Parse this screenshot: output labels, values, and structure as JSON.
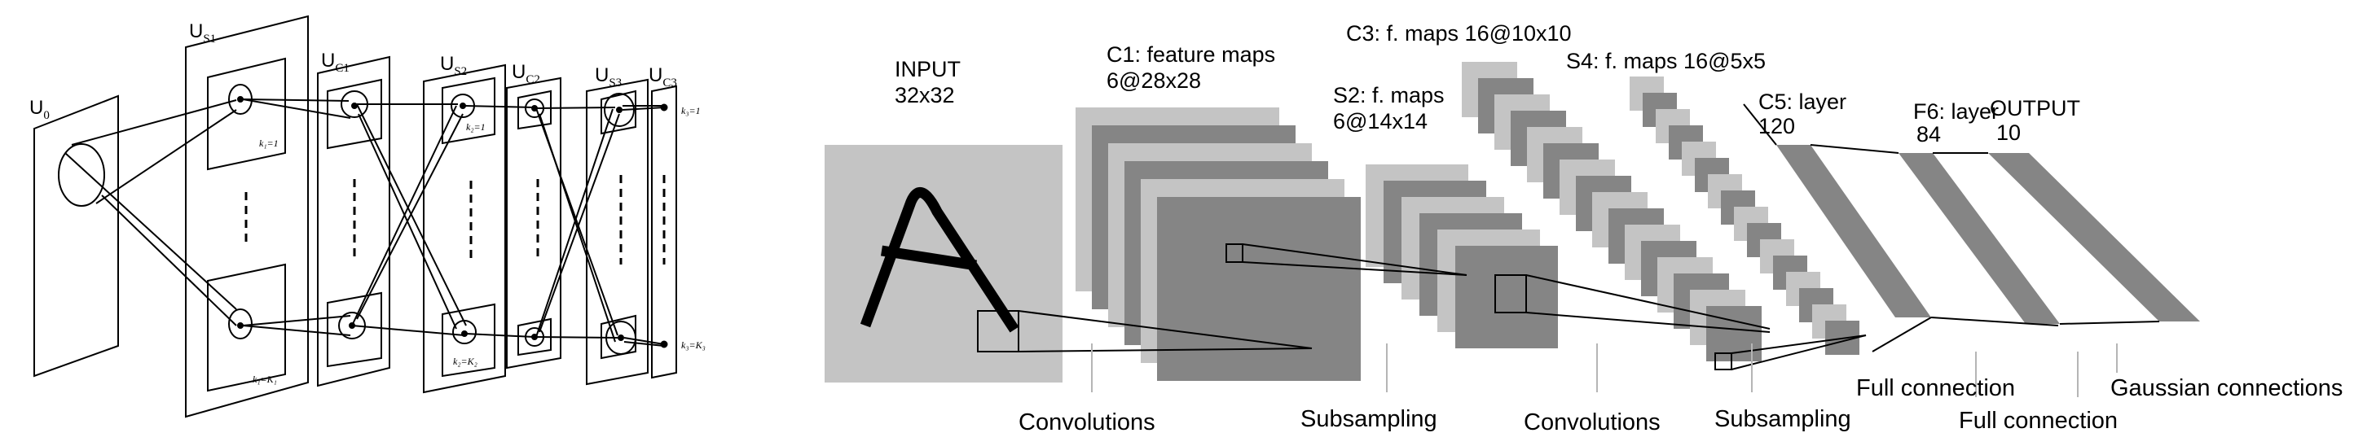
{
  "neocognitron": {
    "layers": [
      {
        "main": "U",
        "sub": "0"
      },
      {
        "main": "U",
        "sub": "S1"
      },
      {
        "main": "U",
        "sub": "C1"
      },
      {
        "main": "U",
        "sub": "S2"
      },
      {
        "main": "U",
        "sub": "C2"
      },
      {
        "main": "U",
        "sub": "S3"
      },
      {
        "main": "U",
        "sub": "C3"
      }
    ],
    "k_labels": {
      "k1_top": "k₁=1",
      "k1_bottom": "k₁=K₁",
      "k2_top": "k₂=1",
      "k2_bottom": "k₂=K₂",
      "k3_top": "k₃=1",
      "k3_bottom": "k₃=K₃"
    }
  },
  "lenet": {
    "input": {
      "line1": "INPUT",
      "line2": "32x32"
    },
    "c1": {
      "line1": "C1: feature maps",
      "line2": "6@28x28"
    },
    "s2": {
      "line1": "S2: f. maps",
      "line2": "6@14x14"
    },
    "c3": {
      "line1": "C3: f. maps 16@10x10"
    },
    "s4": {
      "line1": "S4: f. maps 16@5x5"
    },
    "c5": {
      "line1": "C5: layer",
      "line2": "120"
    },
    "f6": {
      "line1": "F6: layer",
      "line2": "84"
    },
    "output": {
      "line1": "OUTPUT",
      "line2": "10"
    },
    "operations": [
      "Convolutions",
      "Subsampling",
      "Convolutions",
      "Subsampling",
      "Full connection",
      "Full connection",
      "Gaussian connections"
    ],
    "colors": {
      "light": "#c4c4c4",
      "dark": "#858585",
      "stroke": "#000000"
    }
  }
}
